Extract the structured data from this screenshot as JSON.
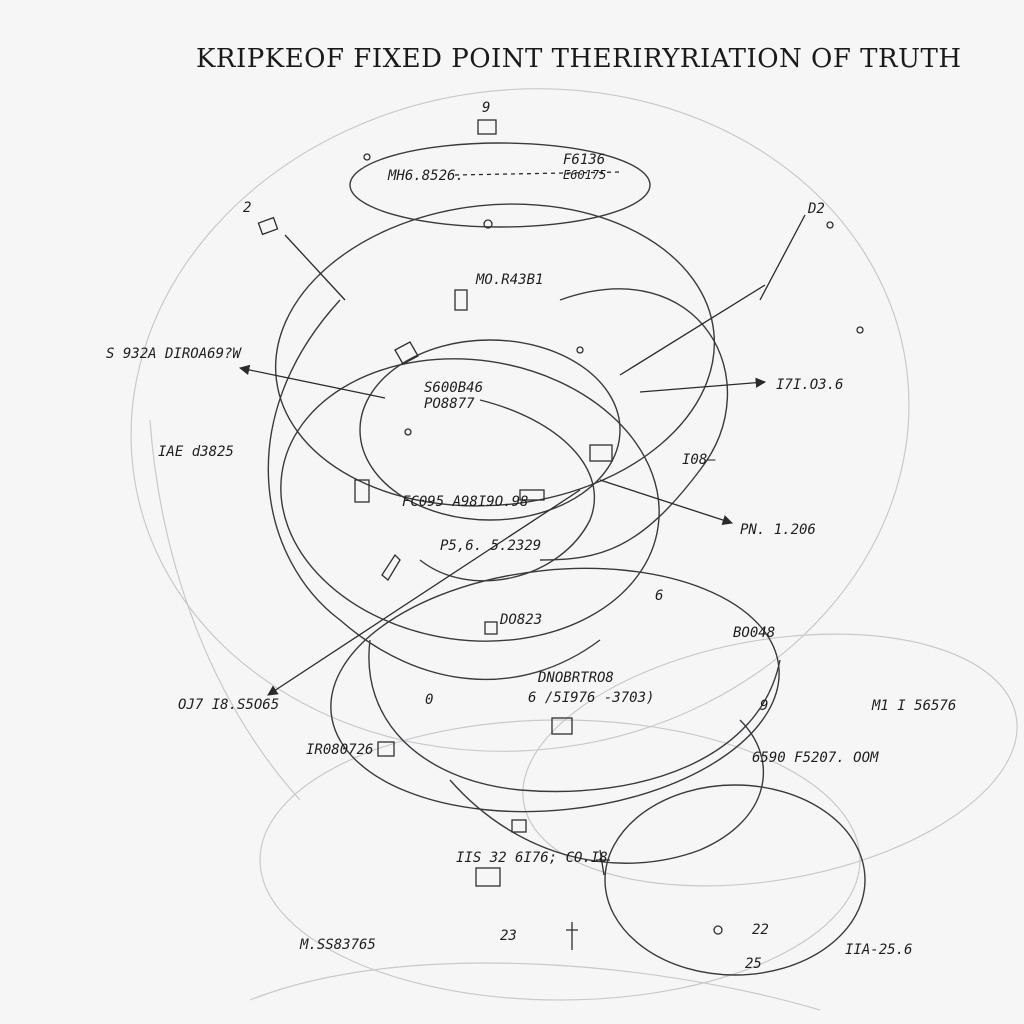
{
  "diagram": {
    "title": "KRIPKEOF FIXED POINT THERIRYRIATION OF TRUTH",
    "labels": {
      "top_a": "F6136",
      "top_b": "E60175",
      "top_left": "MH6.8526.",
      "mid_top": "MO.R43B1",
      "left_a": "S 932A  DIROA69?W",
      "left_b": "IAE d3825",
      "center_a": "S600B46",
      "center_b": "PO8877",
      "right_a": "I7I.O3.6",
      "right_b": "I08—",
      "right_c": "PN. 1.206",
      "mid_row": "FC095 A98I9O.98",
      "mid_mid": "P5,6. 5.2329",
      "low_a": "DO823",
      "low_right": "BO048",
      "low_center_a": "DNOBRTRO8",
      "low_center_b": "6 /5I976 -3703)",
      "left_low": "OJ7 I8.S5O65",
      "right_low": "M1 I 56576",
      "bl_a": "IR080726",
      "br_a": "6590 F5207. OOM",
      "bc_a": "IIS 32 6I76; CO.I8",
      "bottom_left": "M.SS83765",
      "b_23": "23",
      "b_22": "22",
      "b_25": "25",
      "bottom_right": "IIA-25.6",
      "top_9": "9",
      "top_left_2": "2",
      "right_corner": "D2",
      "small_6": "6",
      "small_0": "0",
      "small_9": "9"
    }
  }
}
